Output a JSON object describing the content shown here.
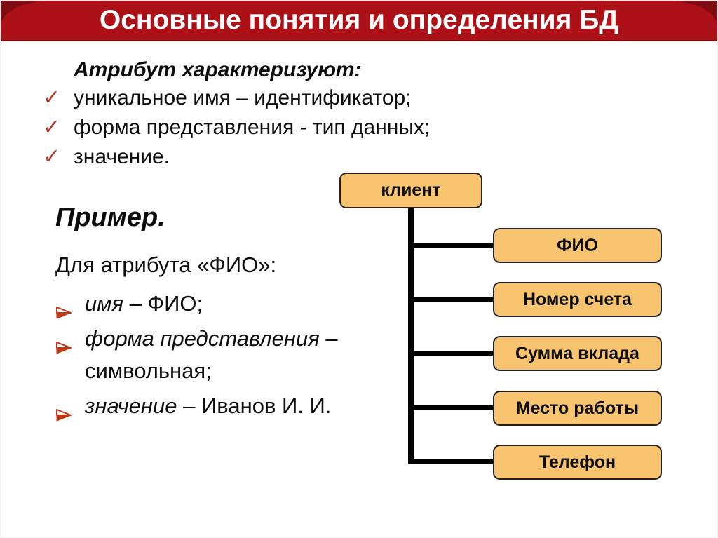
{
  "slide": {
    "title": "Основные понятия и определения БД"
  },
  "colors": {
    "header_red": "#AC1117",
    "header_dark_red": "#7E0C11",
    "box_fill": "#F8C46F",
    "box_border": "#26211C",
    "check_red": "#B5382A",
    "arrow_red": "#C23616",
    "line_black": "#000000"
  },
  "icons": {
    "check": "✓"
  },
  "attributes": {
    "heading": "Атрибут характеризуют:",
    "items": [
      "уникальное имя – идентификатор;",
      "форма представления - тип данных;",
      "значение."
    ]
  },
  "example": {
    "heading": "Пример.",
    "intro": "Для атрибута «ФИО»:",
    "items": [
      {
        "em": "имя",
        "rest": " – ФИО;"
      },
      {
        "em": "форма представления –",
        "rest": "символьная;"
      },
      {
        "em": "значение",
        "rest": " – Иванов И. И."
      }
    ]
  },
  "diagram": {
    "root": "клиент",
    "children": [
      "ФИО",
      "Номер счета",
      "Сумма вклада",
      "Место работы",
      "Телефон"
    ]
  }
}
